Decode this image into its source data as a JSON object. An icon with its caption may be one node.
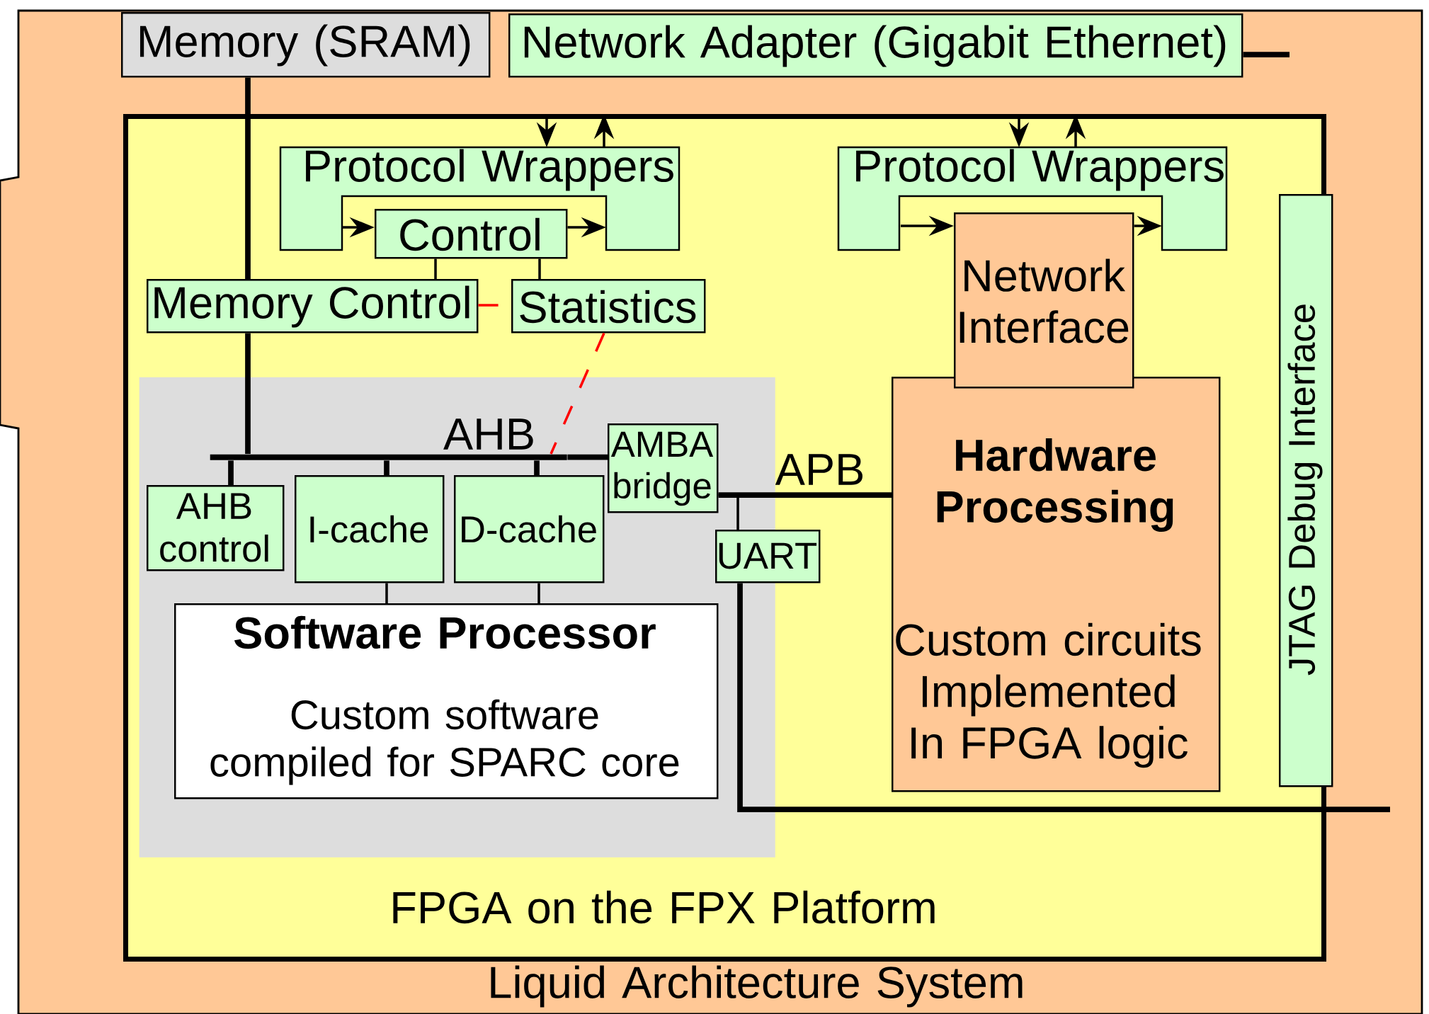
{
  "diagram": {
    "nodes": [
      {
        "text": [
          "Liquid Architecture System"
        ]
      },
      {
        "text": [
          "Memory (SRAM)"
        ],
        "in": 0
      },
      {
        "text": [
          "Network Adapter (Gigabit Ethernet)"
        ],
        "in": 0
      },
      {
        "text": [
          "FPGA on the FPX Platform"
        ],
        "in": 0
      },
      {
        "text": [
          "Protocol Wrappers"
        ],
        "in": 3
      },
      {
        "text": [
          "Control"
        ],
        "in": 3
      },
      {
        "text": [
          "Protocol Wrappers"
        ],
        "in": 3
      },
      {
        "text": [
          "Network Interface"
        ],
        "in": 3
      },
      {
        "text": [
          "Memory Control"
        ],
        "in": 3
      },
      {
        "text": [
          "Statistics"
        ],
        "in": 3
      },
      {
        "text": [
          "JTAG Debug Interface"
        ],
        "in": 3
      },
      {
        "text": [],
        "shape": "box",
        "in": 3
      },
      {
        "text": [],
        "shape": "bar",
        "beside": [
          "AHB"
        ],
        "in": 11
      },
      {
        "text": [
          "AMBA bridge"
        ],
        "in": 11
      },
      {
        "text": [
          "AHB control"
        ],
        "in": 11
      },
      {
        "text": [
          "I-cache"
        ],
        "in": 11
      },
      {
        "text": [
          "D-cache"
        ],
        "in": 11
      },
      {
        "text": [
          "UART"
        ],
        "in": 3
      },
      {
        "text": [
          "Hardware Processing",
          "Custom circuits Implemented In FPGA logic"
        ],
        "in": 3
      },
      {
        "text": [
          "Software Processor",
          "Custom software compiled for SPARC core"
        ],
        "in": 11
      }
    ],
    "edges": [
      {
        "from": 1,
        "to": 8,
        "arrow": "none",
        "style": "thick"
      },
      {
        "from": 2,
        "to": null,
        "arrow": "none",
        "style": "thick"
      },
      {
        "from": 3,
        "to": 4,
        "arrow": "to"
      },
      {
        "from": 4,
        "to": 3,
        "arrow": "to"
      },
      {
        "from": 3,
        "to": 6,
        "arrow": "to"
      },
      {
        "from": 6,
        "to": 3,
        "arrow": "to"
      },
      {
        "from": 4,
        "to": 5,
        "arrow": "to"
      },
      {
        "from": 5,
        "to": 4,
        "arrow": "to"
      },
      {
        "from": 6,
        "to": 7,
        "arrow": "to"
      },
      {
        "from": 7,
        "to": 6,
        "arrow": "to"
      },
      {
        "from": 5,
        "to": 8,
        "arrow": "none"
      },
      {
        "from": 5,
        "to": 9,
        "arrow": "none"
      },
      {
        "from": 8,
        "to": 9,
        "arrow": "none",
        "style": "dashed",
        "color": "#ff0000"
      },
      {
        "from": 9,
        "to": 12,
        "arrow": "none",
        "style": "dashed",
        "color": "#ff0000"
      },
      {
        "from": 8,
        "to": 12,
        "arrow": "none",
        "style": "thick"
      },
      {
        "from": 12,
        "to": 14,
        "arrow": "none",
        "style": "thick"
      },
      {
        "from": 12,
        "to": 15,
        "arrow": "none",
        "style": "thick"
      },
      {
        "from": 12,
        "to": 16,
        "arrow": "none",
        "style": "thick"
      },
      {
        "from": 12,
        "to": 13,
        "arrow": "none",
        "style": "thick"
      },
      {
        "from": 15,
        "to": 19,
        "arrow": "none"
      },
      {
        "from": 16,
        "to": 19,
        "arrow": "none"
      },
      {
        "from": 13,
        "to": 18,
        "arrow": "none",
        "style": "thick",
        "label": "APB"
      },
      {
        "from": 13,
        "to": 17,
        "arrow": "none"
      },
      {
        "from": 17,
        "to": null,
        "arrow": "none",
        "style": "thick"
      }
    ]
  }
}
